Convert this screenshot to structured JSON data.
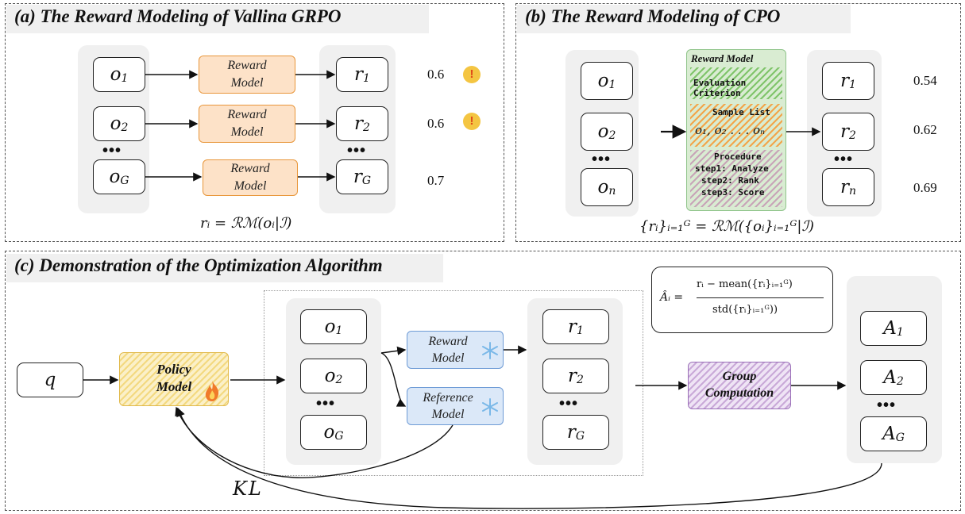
{
  "panel_a": {
    "title": "(a) The Reward Modeling of Vallina GRPO",
    "outputs": [
      "o",
      "o",
      "o"
    ],
    "output_subs": [
      "1",
      "2",
      "G"
    ],
    "rm_label_line1": "Reward",
    "rm_label_line2": "Model",
    "rewards": [
      "r",
      "r",
      "r"
    ],
    "reward_subs": [
      "1",
      "2",
      "G"
    ],
    "values": [
      "0.6",
      "0.6",
      "0.7"
    ],
    "warn_symbol": "!",
    "ellipsis": "•••",
    "formula": "rᵢ = ℛℳ(oᵢ|ℐ)"
  },
  "panel_b": {
    "title": "(b) The Reward Modeling of CPO",
    "outputs": [
      "o",
      "o",
      "o"
    ],
    "output_subs": [
      "1",
      "2",
      "n"
    ],
    "rm_title": "Reward Model",
    "criterion": "Evaluation Criterion",
    "sample_list": "Sample List",
    "sample_items": "o₁, o₂ . . . oₙ",
    "procedure": "Procedure",
    "step1": "step1: Analyze",
    "step2": "step2: Rank",
    "step3": "step3: Score",
    "rewards": [
      "r",
      "r",
      "r"
    ],
    "reward_subs": [
      "1",
      "2",
      "n"
    ],
    "values": [
      "0.54",
      "0.62",
      "0.69"
    ],
    "ellipsis": "•••",
    "formula": "{rᵢ}ᵢ₌₁ᴳ = ℛℳ({oᵢ}ᵢ₌₁ᴳ|ℐ)"
  },
  "panel_c": {
    "title": "(c) Demonstration of the Optimization Algorithm",
    "query": "q",
    "policy_line1": "Policy",
    "policy_line2": "Model",
    "outputs": [
      "o",
      "o",
      "o"
    ],
    "output_subs": [
      "1",
      "2",
      "G"
    ],
    "reward_line1": "Reward",
    "reward_line2": "Model",
    "reference_line1": "Reference",
    "reference_line2": "Model",
    "rewards": [
      "r",
      "r",
      "r"
    ],
    "reward_subs": [
      "1",
      "2",
      "G"
    ],
    "group_line1": "Group",
    "group_line2": "Computation",
    "advantages": [
      "A",
      "A",
      "A"
    ],
    "advantage_subs": [
      "1",
      "2",
      "G"
    ],
    "adv_lhs": "Âᵢ =",
    "adv_numerator": "rᵢ − mean({rᵢ}ᵢ₌₁ᴳ)",
    "adv_denominator": "std({rᵢ}ᵢ₌₁ᴳ))",
    "kl_label": "KL",
    "ellipsis": "•••"
  },
  "icons": {
    "fire": "fire-icon",
    "snowflake": "snowflake-icon",
    "warning": "warning-icon"
  },
  "colors": {
    "orange_fill": "#fde2c8",
    "blue_fill": "#dbe8f8",
    "green_fill": "#d9ecd2",
    "warning": "#f4c542"
  }
}
